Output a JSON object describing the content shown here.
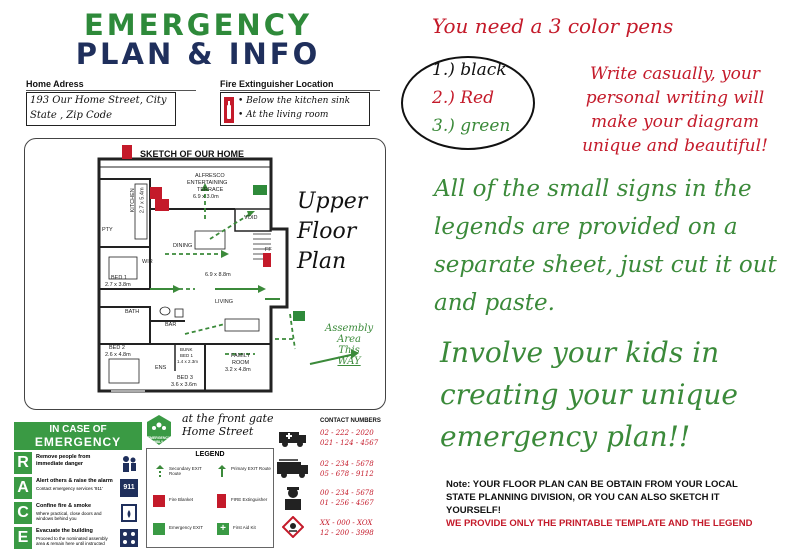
{
  "sheet": {
    "title_line1": "EMERGENCY",
    "title_line2": "PLAN & INFO",
    "home_address_label": "Home Adress",
    "home_address_line1": "193 Our Home Street, City",
    "home_address_line2": "State , Zip Code",
    "extinguisher_label": "Fire Extinguisher Location",
    "extinguisher_line1": "• Below the kitchen sink",
    "extinguisher_line2": "• At the living room",
    "sketch_title": "SKETCH OF OUR HOME",
    "sketch_handwritten": [
      "Upper",
      "Floor",
      "Plan"
    ],
    "rooms": {
      "kitchen": "KITCHEN",
      "kitchen_size": "2.7 x 5.4m",
      "alfresco": "ALFRESCO",
      "entertaining": "ENTERTAINING",
      "terrace": "TERRACE",
      "alfresco_size": "6.9 x 3.0m",
      "void": "VOID",
      "dining": "DINING",
      "main_size": "6.9 x 8.8m",
      "bed1": "BED 1",
      "bed1_size": "2.7 x 3.8m",
      "bath": "BATH",
      "living": "LIVING",
      "bed2": "BED 2",
      "bed2_size": "2.6 x 4.8m",
      "bunk": "BUNK",
      "bed4": "BED 1",
      "bed4_size": "1.4 x 2.3m",
      "bed3": "BED 3",
      "bed3_size": "3.6 x 3.6m",
      "family": "FAMILY",
      "room": "ROOM",
      "family_size": "3.2 x 4.8m",
      "bar": "BAR",
      "pty": "PTY",
      "wir": "WIR",
      "ens": "ENS",
      "ff": "FF"
    },
    "assembly_area": [
      "Assembly",
      "Area",
      "This",
      "WAY"
    ],
    "emergency": {
      "in_case": "IN CASE OF",
      "emergency": "EMERGENCY",
      "rows": [
        {
          "letter": "R",
          "text": "Remove people from immediate danger"
        },
        {
          "letter": "A",
          "text": "Alert others & raise the alarm",
          "sub": "Contact emergency services '911'"
        },
        {
          "letter": "C",
          "text": "Confine fire & smoke",
          "sub": "Where practical, close doors and windows behind you"
        },
        {
          "letter": "E",
          "text": "Evacuate the building",
          "sub": "Proceed to the nominated assembly area & remain here until instructed"
        }
      ],
      "badge_911": "911"
    },
    "assembly_badge": "EMERGENCY ASSEMBLY AREA",
    "assembly_hand_line1": "at the front gate",
    "assembly_hand_line2": "Home Street",
    "legend": {
      "title": "LEGEND",
      "items": [
        {
          "label": "Secondary EXIT Route"
        },
        {
          "label": "Primary EXIT Route"
        },
        {
          "label": "Fire Blanket"
        },
        {
          "label": "FIRE Extinguisher"
        },
        {
          "label": "Emergency EXIT"
        },
        {
          "label": "First Aid Kit"
        }
      ]
    },
    "contacts": {
      "title": "CONTACT NUMBERS",
      "numbers": [
        "02 - 222 - 2020",
        "021 - 124 - 4567",
        "02 - 234 - 5678",
        "05 - 678 - 9112",
        "00 - 234 - 5678",
        "01 - 256 - 4567",
        "XX - 000 - XOX",
        "12 - 200 - 3998"
      ]
    }
  },
  "notes": {
    "pens_title": "You need a 3 color pens",
    "pens": [
      "1.) black",
      "2.) Red",
      "3.) green"
    ],
    "casual": [
      "Write casually, your",
      "personal writing will",
      "make your diagram",
      "unique and beautiful!"
    ],
    "signs": [
      "All of the small signs in the",
      "legends are provided on a",
      "separate sheet, just cut it out",
      "and paste."
    ],
    "kids": [
      "Involve your kids in",
      "creating your unique",
      "emergency plan!!"
    ],
    "note_black": [
      "Note: YOUR FLOOR PLAN CAN BE OBTAIN FROM YOUR LOCAL",
      "STATE PLANNING DIVISION, OR YOU CAN ALSO SKETCH IT",
      "YOURSELF!"
    ],
    "note_red": "WE PROVIDE ONLY THE PRINTABLE TEMPLATE AND THE LEGEND"
  },
  "colors": {
    "green": "#3b8a3a",
    "red": "#c41a2a",
    "navy": "#1f2f5c",
    "emergency_green": "#3a9a44"
  }
}
